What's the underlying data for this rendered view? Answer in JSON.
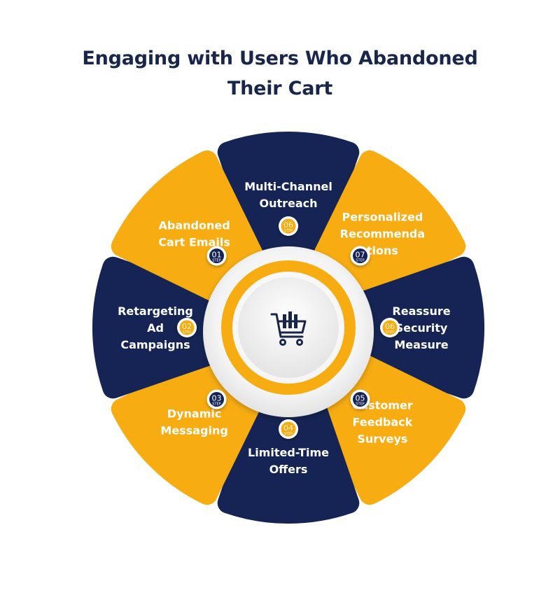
{
  "title": {
    "line1": "Engaging with Users Who Abandoned",
    "line2": "Their Cart"
  },
  "center_icon": "shopping-cart-icon",
  "colors": {
    "navy": "#152454",
    "orange": "#f7ac12",
    "title": "#17264a",
    "white": "#ffffff"
  },
  "segments": [
    {
      "id": "multi-channel-outreach",
      "lines": [
        "Multi-Channel",
        "Outreach"
      ],
      "color": "navy",
      "badge": {
        "num": "06",
        "sub": "STEP",
        "style": "orange"
      }
    },
    {
      "id": "personalized-recommendations",
      "lines": [
        "Personalized",
        "Recommenda",
        "tions"
      ],
      "color": "orange",
      "badge": {
        "num": "07",
        "sub": "STEP",
        "style": "navy"
      }
    },
    {
      "id": "reassure-security-measure",
      "lines": [
        "Reassure",
        "Security",
        "Measure"
      ],
      "color": "navy",
      "badge": {
        "num": "06",
        "sub": "STEP",
        "style": "orange"
      }
    },
    {
      "id": "customer-feedback-surveys",
      "lines": [
        "Customer",
        "Feedback",
        "Surveys"
      ],
      "color": "orange",
      "badge": {
        "num": "05",
        "sub": "STEP",
        "style": "navy"
      }
    },
    {
      "id": "limited-time-offers",
      "lines": [
        "Limited-Time",
        "Offers"
      ],
      "color": "navy",
      "badge": {
        "num": "04",
        "sub": "STEP",
        "style": "orange"
      }
    },
    {
      "id": "dynamic-messaging",
      "lines": [
        "Dynamic",
        "Messaging"
      ],
      "color": "orange",
      "badge": {
        "num": "03",
        "sub": "STEP",
        "style": "navy"
      }
    },
    {
      "id": "retargeting-ad-campaigns",
      "lines": [
        "Retargeting",
        "Ad",
        "Campaigns"
      ],
      "color": "navy",
      "badge": {
        "num": "02",
        "sub": "STEP",
        "style": "orange"
      }
    },
    {
      "id": "abandoned-cart-emails",
      "lines": [
        "Abandoned",
        "Cart Emails"
      ],
      "color": "orange",
      "badge": {
        "num": "01",
        "sub": "STEP",
        "style": "navy"
      }
    }
  ]
}
